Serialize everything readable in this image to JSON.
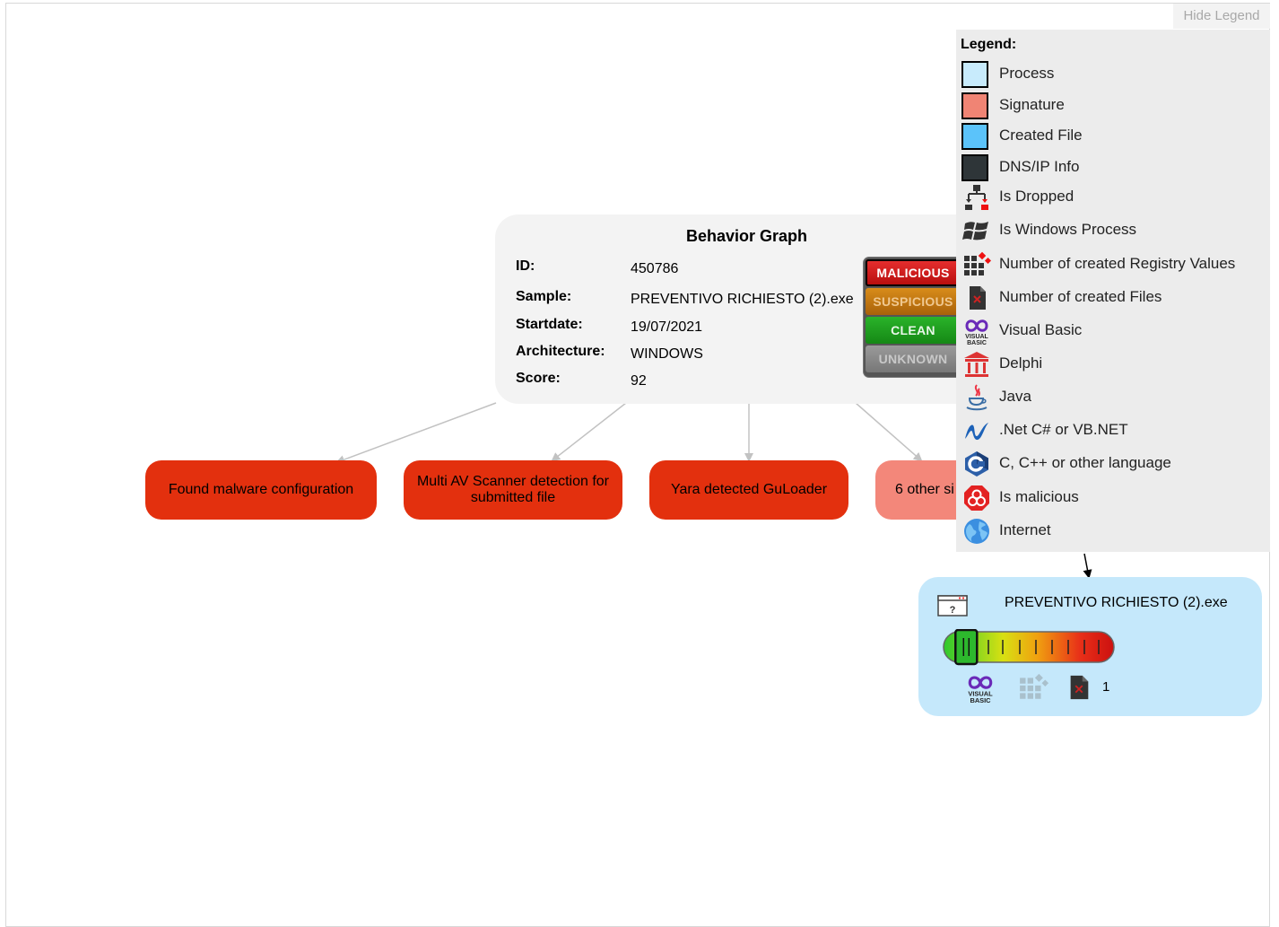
{
  "summary": {
    "title": "Behavior Graph",
    "fields": [
      {
        "key": "ID:",
        "value": "450786"
      },
      {
        "key": "Sample:",
        "value": "PREVENTIVO RICHIESTO (2).exe"
      },
      {
        "key": "Startdate:",
        "value": "19/07/2021"
      },
      {
        "key": "Architecture:",
        "value": "WINDOWS"
      },
      {
        "key": "Score:",
        "value": "92"
      }
    ]
  },
  "verdicts": [
    {
      "label": "MALICIOUS",
      "color": "#d21414"
    },
    {
      "label": "SUSPICIOUS",
      "color": "#c87a0c"
    },
    {
      "label": "CLEAN",
      "color": "#1f9a1f"
    },
    {
      "label": "UNKNOWN",
      "color": "#8a8a8a"
    }
  ],
  "signatures": [
    {
      "label": "Found malware configuration",
      "color": "#e3300e"
    },
    {
      "label": "Multi AV Scanner detection for submitted file",
      "color": "#e3300e"
    },
    {
      "label": "Yara detected GuLoader",
      "color": "#e3300e"
    },
    {
      "label": "6 other si",
      "color": "#f3877a"
    }
  ],
  "legend": {
    "toggle": "Hide Legend",
    "title": "Legend:",
    "items": [
      {
        "label": "Process",
        "icon": "process-swatch",
        "color": "#c8ebfc"
      },
      {
        "label": "Signature",
        "icon": "signature-swatch",
        "color": "#f08474"
      },
      {
        "label": "Created File",
        "icon": "created-file-swatch",
        "color": "#5bc3fa"
      },
      {
        "label": "DNS/IP Info",
        "icon": "dns-ip-swatch",
        "color": "#2e3538"
      },
      {
        "label": "Is Dropped",
        "icon": "dropped-icon"
      },
      {
        "label": "Is Windows Process",
        "icon": "windows-icon"
      },
      {
        "label": "Number of created Registry Values",
        "icon": "registry-icon"
      },
      {
        "label": "Number of created Files",
        "icon": "file-icon"
      },
      {
        "label": "Visual Basic",
        "icon": "visual-basic-icon"
      },
      {
        "label": "Delphi",
        "icon": "delphi-icon"
      },
      {
        "label": "Java",
        "icon": "java-icon"
      },
      {
        "label": ".Net C# or VB.NET",
        "icon": "dotnet-icon"
      },
      {
        "label": "C, C++ or other language",
        "icon": "cpp-icon"
      },
      {
        "label": "Is malicious",
        "icon": "biohazard-icon"
      },
      {
        "label": "Internet",
        "icon": "globe-icon"
      }
    ]
  },
  "process": {
    "name": "PREVENTIVO RICHIESTO (2).exe",
    "threat_level": 0.08,
    "created_files": "1",
    "icons": [
      "visual-basic-icon",
      "registry-icon",
      "file-icon"
    ]
  }
}
